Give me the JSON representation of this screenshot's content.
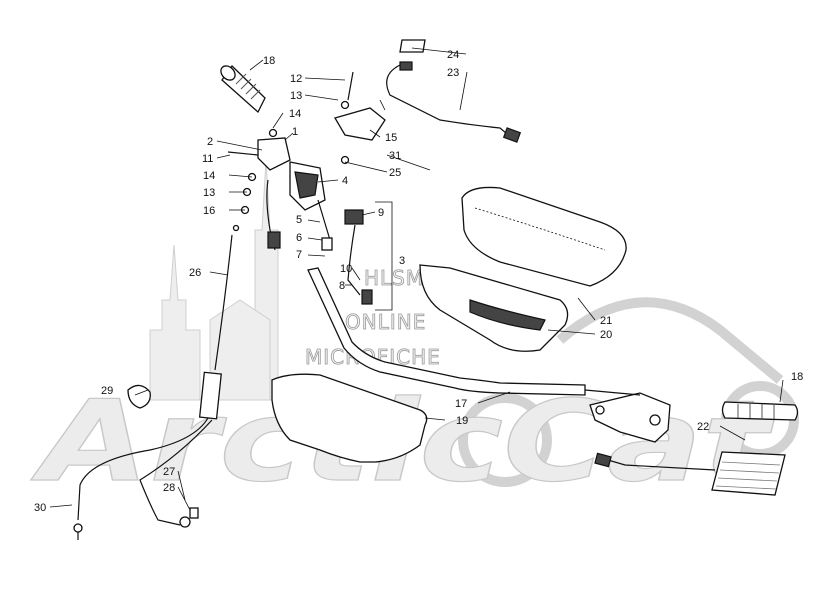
{
  "watermark": {
    "lines": [
      "HLSM'S",
      "ONLINE",
      "MICROFICHE"
    ],
    "logo_text": "ArcticCat"
  },
  "callouts": [
    {
      "id": "c1",
      "label": "1"
    },
    {
      "id": "c2",
      "label": "2"
    },
    {
      "id": "c3",
      "label": "3"
    },
    {
      "id": "c4",
      "label": "4"
    },
    {
      "id": "c5",
      "label": "5"
    },
    {
      "id": "c6",
      "label": "6"
    },
    {
      "id": "c7",
      "label": "7"
    },
    {
      "id": "c8",
      "label": "8"
    },
    {
      "id": "c9",
      "label": "9"
    },
    {
      "id": "c10",
      "label": "10"
    },
    {
      "id": "c11",
      "label": "11"
    },
    {
      "id": "c12",
      "label": "12"
    },
    {
      "id": "c13a",
      "label": "13"
    },
    {
      "id": "c13b",
      "label": "13"
    },
    {
      "id": "c14a",
      "label": "14"
    },
    {
      "id": "c14b",
      "label": "14"
    },
    {
      "id": "c15",
      "label": "15"
    },
    {
      "id": "c16",
      "label": "16"
    },
    {
      "id": "c17",
      "label": "17"
    },
    {
      "id": "c18a",
      "label": "18"
    },
    {
      "id": "c18b",
      "label": "18"
    },
    {
      "id": "c19",
      "label": "19"
    },
    {
      "id": "c20",
      "label": "20"
    },
    {
      "id": "c21",
      "label": "21"
    },
    {
      "id": "c22",
      "label": "22"
    },
    {
      "id": "c23",
      "label": "23"
    },
    {
      "id": "c24",
      "label": "24"
    },
    {
      "id": "c25",
      "label": "25"
    },
    {
      "id": "c26",
      "label": "26"
    },
    {
      "id": "c27",
      "label": "27"
    },
    {
      "id": "c28",
      "label": "28"
    },
    {
      "id": "c29",
      "label": "29"
    },
    {
      "id": "c30",
      "label": "30"
    },
    {
      "id": "c31",
      "label": "31"
    }
  ]
}
